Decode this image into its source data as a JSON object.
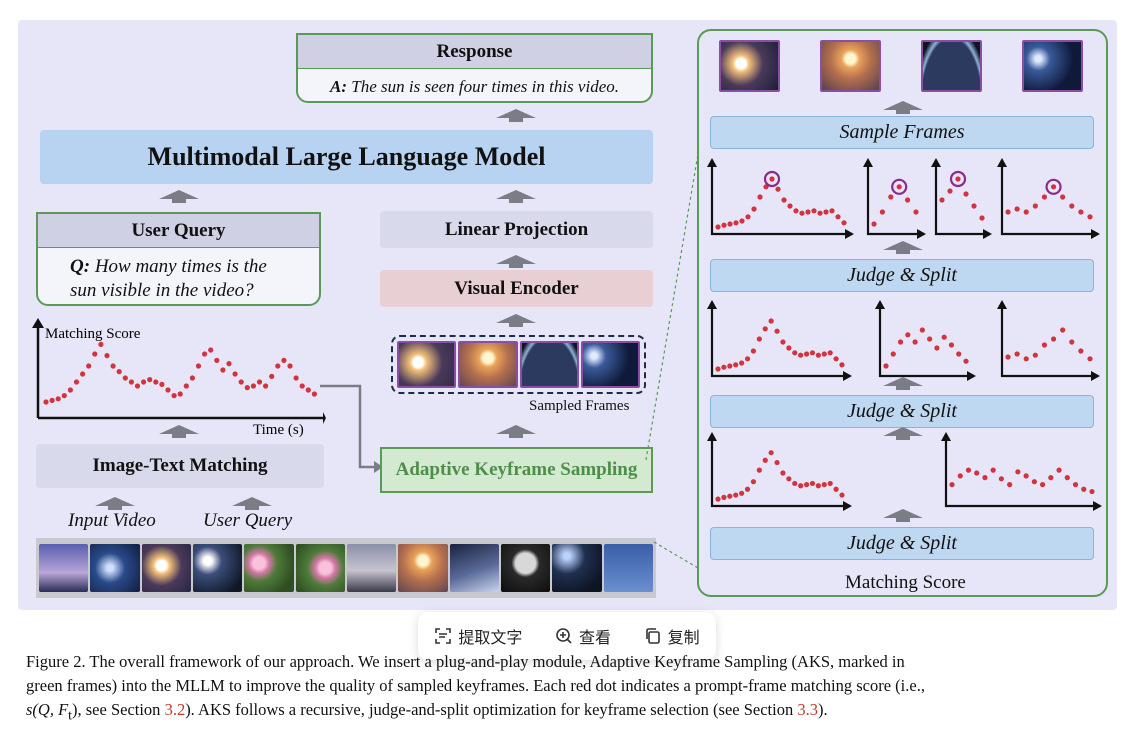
{
  "response": {
    "title": "Response",
    "answer_prefix": "A:",
    "answer_text": "The sun is seen four times in this video."
  },
  "mllm": {
    "label": "Multimodal Large Language Model"
  },
  "user_query": {
    "title": "User Query",
    "question_prefix": "Q:",
    "question_line1": "How many times is the",
    "question_line2": "sun visible in the video?"
  },
  "linear_projection": {
    "label": "Linear Projection"
  },
  "visual_encoder": {
    "label": "Visual Encoder"
  },
  "sampled_frames": {
    "label": "Sampled Frames"
  },
  "score_plot": {
    "ylabel": "Matching Score",
    "xlabel": "Time (s)"
  },
  "image_text_matching": {
    "label": "Image-Text Matching"
  },
  "aks": {
    "label": "Adaptive Keyframe Sampling"
  },
  "inputs": {
    "video": "Input Video",
    "query": "User Query"
  },
  "right_panel": {
    "sample_frames": "Sample Frames",
    "judge_split_1": "Judge & Split",
    "judge_split_2": "Judge & Split",
    "judge_split_3": "Judge & Split",
    "matching_score": "Matching Score"
  },
  "toolbar": {
    "extract_text": "提取文字",
    "view": "查看",
    "copy": "复制"
  },
  "caption": {
    "line1": "Figure 2.  The overall framework of our approach.  We insert a plug-and-play module, Adaptive Keyframe Sampling (AKS, marked in",
    "line2": "green frames) into the MLLM to improve the quality of sampled keyframes. Each red dot indicates a prompt-frame matching score (i.e.,",
    "line3_a": "s(Q, F",
    "line3_b": "t",
    "line3_c": "), see Section ",
    "ref1": "3.2",
    "line3_d": "). AKS follows a recursive, judge-and-split optimization for keyframe selection (see Section ",
    "ref2": "3.3",
    "line3_e": ")."
  },
  "colors": {
    "accent_green": "#5a9a57",
    "dot_red": "#d2333c",
    "peak_purple": "#8a2a8a",
    "mllm_blue": "#b7d3f1",
    "encoder_pink": "#e8cfd3"
  }
}
